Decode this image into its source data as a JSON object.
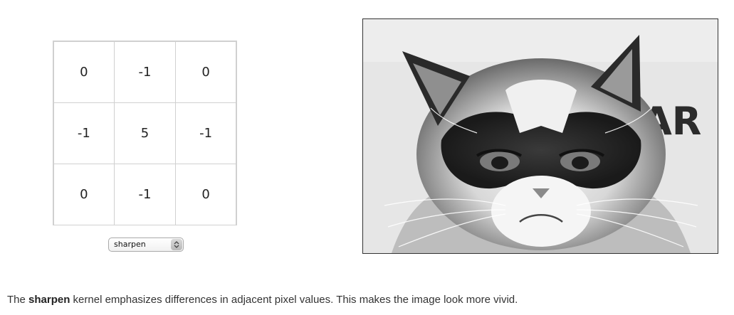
{
  "kernel": {
    "cells": [
      "0",
      "-1",
      "0",
      "-1",
      "5",
      "-1",
      "0",
      "-1",
      "0"
    ]
  },
  "filter_select": {
    "selected": "sharpen"
  },
  "photo": {
    "subject": "grumpy cat face",
    "background_text": "AR"
  },
  "description": {
    "prefix": "The ",
    "kernel_name": "sharpen",
    "suffix": " kernel emphasizes differences in adjacent pixel values. This makes the image look more vivid."
  }
}
